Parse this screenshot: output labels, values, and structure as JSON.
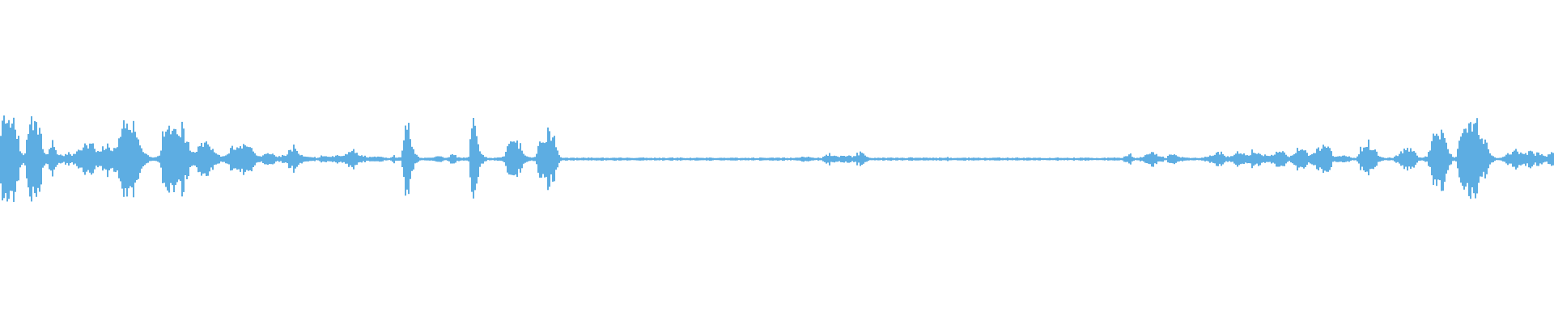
{
  "waveform": {
    "color": "#5dade2",
    "background": "#ffffff",
    "baseline_level": 0.02,
    "description_segments_count": 0,
    "envelope": [
      0.52,
      0.62,
      0.7,
      0.62,
      0.48,
      0.12,
      0.05,
      0.52,
      0.62,
      0.6,
      0.4,
      0.1,
      0.1,
      0.25,
      0.1,
      0.06,
      0.06,
      0.1,
      0.05,
      0.12,
      0.15,
      0.26,
      0.18,
      0.22,
      0.14,
      0.12,
      0.18,
      0.24,
      0.14,
      0.22,
      0.3,
      0.5,
      0.54,
      0.62,
      0.48,
      0.3,
      0.1,
      0.06,
      0.04,
      0.03,
      0.04,
      0.4,
      0.48,
      0.42,
      0.52,
      0.54,
      0.44,
      0.3,
      0.1,
      0.1,
      0.22,
      0.26,
      0.3,
      0.18,
      0.1,
      0.06,
      0.05,
      0.06,
      0.18,
      0.2,
      0.2,
      0.22,
      0.18,
      0.2,
      0.12,
      0.04,
      0.06,
      0.12,
      0.1,
      0.06,
      0.04,
      0.05,
      0.06,
      0.15,
      0.18,
      0.1,
      0.06,
      0.04,
      0.04,
      0.03,
      0.02,
      0.06,
      0.04,
      0.03,
      0.05,
      0.06,
      0.04,
      0.1,
      0.1,
      0.14,
      0.08,
      0.06,
      0.04,
      0.03,
      0.04,
      0.05,
      0.04,
      0.02,
      0.02,
      0.06,
      0.02,
      0.03,
      0.62,
      0.54,
      0.16,
      0.06,
      0.02,
      0.02,
      0.02,
      0.03,
      0.04,
      0.04,
      0.02,
      0.04,
      0.1,
      0.04,
      0.02,
      0.02,
      0.03,
      0.62,
      0.52,
      0.1,
      0.04,
      0.02,
      0.02,
      0.02,
      0.03,
      0.04,
      0.2,
      0.28,
      0.3,
      0.22,
      0.1,
      0.04,
      0.02,
      0.04,
      0.3,
      0.38,
      0.44,
      0.38,
      0.24,
      0.04,
      0.02,
      0.01,
      0.01,
      0.01,
      0.01,
      0.01,
      0.01,
      0.01,
      0.01,
      0.01,
      0.01,
      0.01,
      0.01,
      0.01,
      0.01,
      0.01,
      0.01,
      0.01,
      0.01,
      0.01,
      0.01,
      0.01,
      0.01,
      0.01,
      0.01,
      0.01,
      0.01,
      0.01,
      0.01,
      0.01,
      0.01,
      0.01,
      0.01,
      0.01,
      0.01,
      0.01,
      0.01,
      0.01,
      0.01,
      0.01,
      0.01,
      0.01,
      0.01,
      0.01,
      0.01,
      0.01,
      0.01,
      0.01,
      0.01,
      0.01,
      0.01,
      0.01,
      0.01,
      0.01,
      0.01,
      0.01,
      0.01,
      0.01,
      0.01,
      0.02,
      0.03,
      0.04,
      0.03,
      0.02,
      0.02,
      0.02,
      0.06,
      0.08,
      0.06,
      0.06,
      0.04,
      0.05,
      0.06,
      0.04,
      0.08,
      0.1,
      0.05,
      0.02,
      0.01,
      0.01,
      0.01,
      0.01,
      0.01,
      0.01,
      0.01,
      0.01,
      0.01,
      0.02,
      0.03,
      0.02,
      0.01,
      0.01,
      0.01,
      0.01,
      0.01,
      0.01,
      0.02,
      0.03,
      0.02,
      0.01,
      0.01,
      0.01,
      0.01,
      0.01,
      0.01,
      0.01,
      0.01,
      0.01,
      0.01,
      0.01,
      0.01,
      0.01,
      0.01,
      0.01,
      0.01,
      0.01,
      0.01,
      0.01,
      0.01,
      0.01,
      0.01,
      0.01,
      0.01,
      0.01,
      0.01,
      0.01,
      0.01,
      0.01,
      0.01,
      0.01,
      0.01,
      0.01,
      0.01,
      0.01,
      0.01,
      0.01,
      0.01,
      0.01,
      0.01,
      0.01,
      0.01,
      0.02,
      0.06,
      0.08,
      0.02,
      0.02,
      0.04,
      0.06,
      0.1,
      0.1,
      0.06,
      0.04,
      0.02,
      0.08,
      0.1,
      0.04,
      0.03,
      0.02,
      0.02,
      0.02,
      0.02,
      0.02,
      0.04,
      0.06,
      0.06,
      0.1,
      0.1,
      0.04,
      0.04,
      0.06,
      0.14,
      0.1,
      0.08,
      0.08,
      0.14,
      0.1,
      0.08,
      0.06,
      0.06,
      0.08,
      0.12,
      0.14,
      0.08,
      0.04,
      0.06,
      0.16,
      0.18,
      0.14,
      0.06,
      0.08,
      0.16,
      0.22,
      0.24,
      0.18,
      0.06,
      0.04,
      0.04,
      0.06,
      0.04,
      0.02,
      0.02,
      0.16,
      0.2,
      0.26,
      0.18,
      0.1,
      0.04,
      0.02,
      0.02,
      0.02,
      0.06,
      0.08,
      0.16,
      0.18,
      0.14,
      0.08,
      0.02,
      0.03,
      0.06,
      0.3,
      0.44,
      0.46,
      0.4,
      0.2,
      0.05,
      0.02,
      0.3,
      0.46,
      0.54,
      0.58,
      0.54,
      0.44,
      0.3,
      0.2,
      0.06,
      0.02,
      0.02,
      0.04,
      0.1,
      0.1,
      0.16,
      0.1,
      0.08,
      0.1,
      0.12,
      0.08,
      0.1,
      0.06,
      0.04,
      0.1,
      0.12
    ]
  }
}
